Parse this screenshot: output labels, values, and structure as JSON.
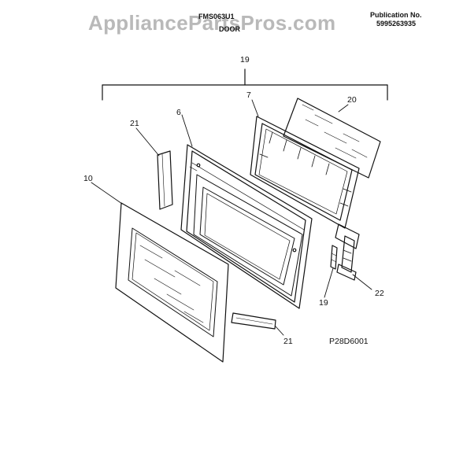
{
  "watermark": "AppliancePartsPros.com",
  "header": {
    "model": "FMS063U1",
    "section": "DOOR",
    "publication_label": "Publication No.",
    "publication_number": "5995263935"
  },
  "callouts": {
    "assembly": "19",
    "inner_frame": "7",
    "inner_glass": "20",
    "door_liner": "6",
    "trim_top": "21",
    "outer_door": "10",
    "trim_bottom": "21",
    "hinge_spring": "19",
    "hinge": "22"
  },
  "figure_id": "P28D6001"
}
